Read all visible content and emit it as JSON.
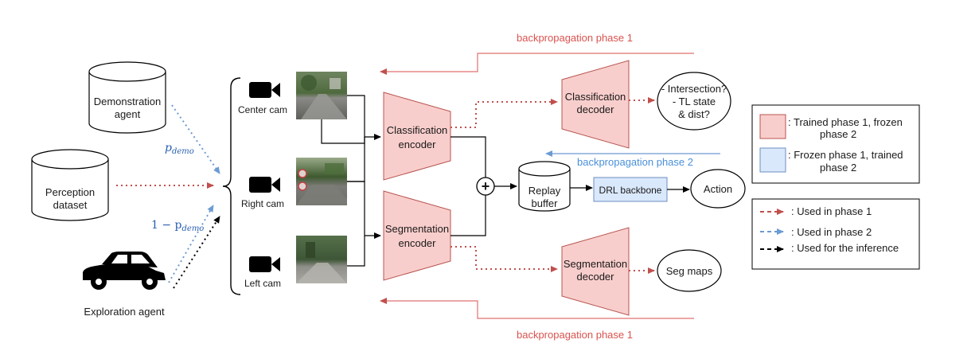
{
  "backprop_top": "backpropagation phase 1",
  "backprop_bottom": "backpropagation phase 1",
  "backprop_phase2": "backpropagation phase 2",
  "sources": {
    "demo_agent": [
      "Demonstration",
      "agent"
    ],
    "perception_dataset": [
      "Perception",
      "dataset"
    ],
    "exploration_agent": "Exploration agent",
    "p_demo_label": "p",
    "p_demo_sub": "demo",
    "one_minus_label": "1 − p",
    "one_minus_sub": "demo"
  },
  "cameras": {
    "center": "Center cam",
    "right": "Right cam",
    "left": "Left cam"
  },
  "encoders": {
    "classification": [
      "Classification",
      "encoder"
    ],
    "segmentation": [
      "Segmentation",
      "encoder"
    ]
  },
  "decoders": {
    "classification": [
      "Classification",
      "decoder"
    ],
    "segmentation": [
      "Segmentation",
      "decoder"
    ]
  },
  "outputs": {
    "classification": [
      "- Intersection?",
      "- TL state",
      "& dist?"
    ],
    "segmentation": "Seg maps",
    "action": "Action"
  },
  "replay_buffer": [
    "Replay",
    "buffer"
  ],
  "drl_backbone": "DRL backbone",
  "plus_symbol": "+",
  "legend1": {
    "trained": [
      ": Trained phase 1, frozen",
      "phase 2"
    ],
    "frozen": [
      ": Frozen phase 1, trained",
      "phase 2"
    ]
  },
  "legend2": {
    "phase1": ": Used in phase 1",
    "phase2": ": Used in phase 2",
    "inference": ": Used  for the inference"
  },
  "colors": {
    "red_fill": "#f8cecc",
    "red_stroke": "#b85450",
    "blue_fill": "#dae8fc",
    "blue_stroke": "#6c8ebf",
    "red_line": "#e07070",
    "blue_line": "#6c9bd2"
  }
}
